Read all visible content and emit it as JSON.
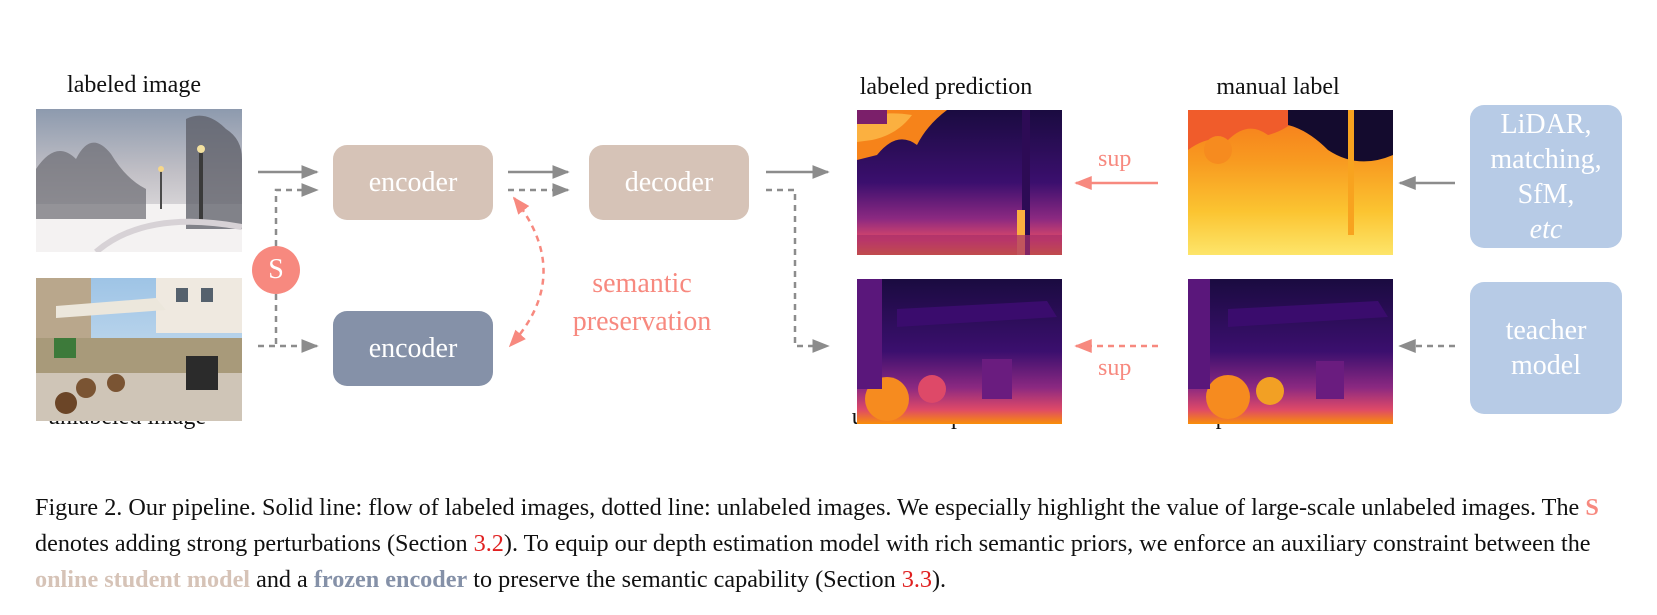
{
  "labels": {
    "labeled_image": "labeled image",
    "unlabeled_image": "unlabeled image",
    "labeled_prediction": "labeled prediction",
    "unlabeled_prediction": "unlabeled prediction",
    "manual_label": "manual label",
    "pseudo_label": "pseudo label"
  },
  "blocks": {
    "encoder_student": "encoder",
    "decoder": "decoder",
    "encoder_frozen": "encoder",
    "source_labeled": [
      "LiDAR,",
      "matching,",
      "SfM,"
    ],
    "source_labeled_etc": "etc",
    "source_unlabeled": [
      "teacher",
      "model"
    ]
  },
  "perturbation_symbol": "S",
  "semantic_preservation": [
    "semantic",
    "preservation"
  ],
  "sup_top": "sup",
  "sup_bottom": "sup",
  "caption": {
    "p1": "Figure 2. Our pipeline. Solid line: flow of labeled images, dotted line: unlabeled images. We especially highlight the value of large-scale unlabeled images. The ",
    "s": "S",
    "p2": " denotes adding strong perturbations (Section ",
    "ref1": "3.2",
    "p3": "). To equip our depth estimation model with rich semantic priors, we enforce an auxiliary constraint between the ",
    "online": "online student model",
    "p4": " and a ",
    "frozen": "frozen encoder",
    "p5": " to preserve the semantic capability (Section ",
    "ref2": "3.3",
    "p6": ")."
  },
  "colors": {
    "student": "#d6c3b7",
    "frozen": "#8591a8",
    "source": "#b7cbe6",
    "accent": "#f7897f",
    "arrow": "#8c8c8c",
    "reference": "#e02020"
  }
}
